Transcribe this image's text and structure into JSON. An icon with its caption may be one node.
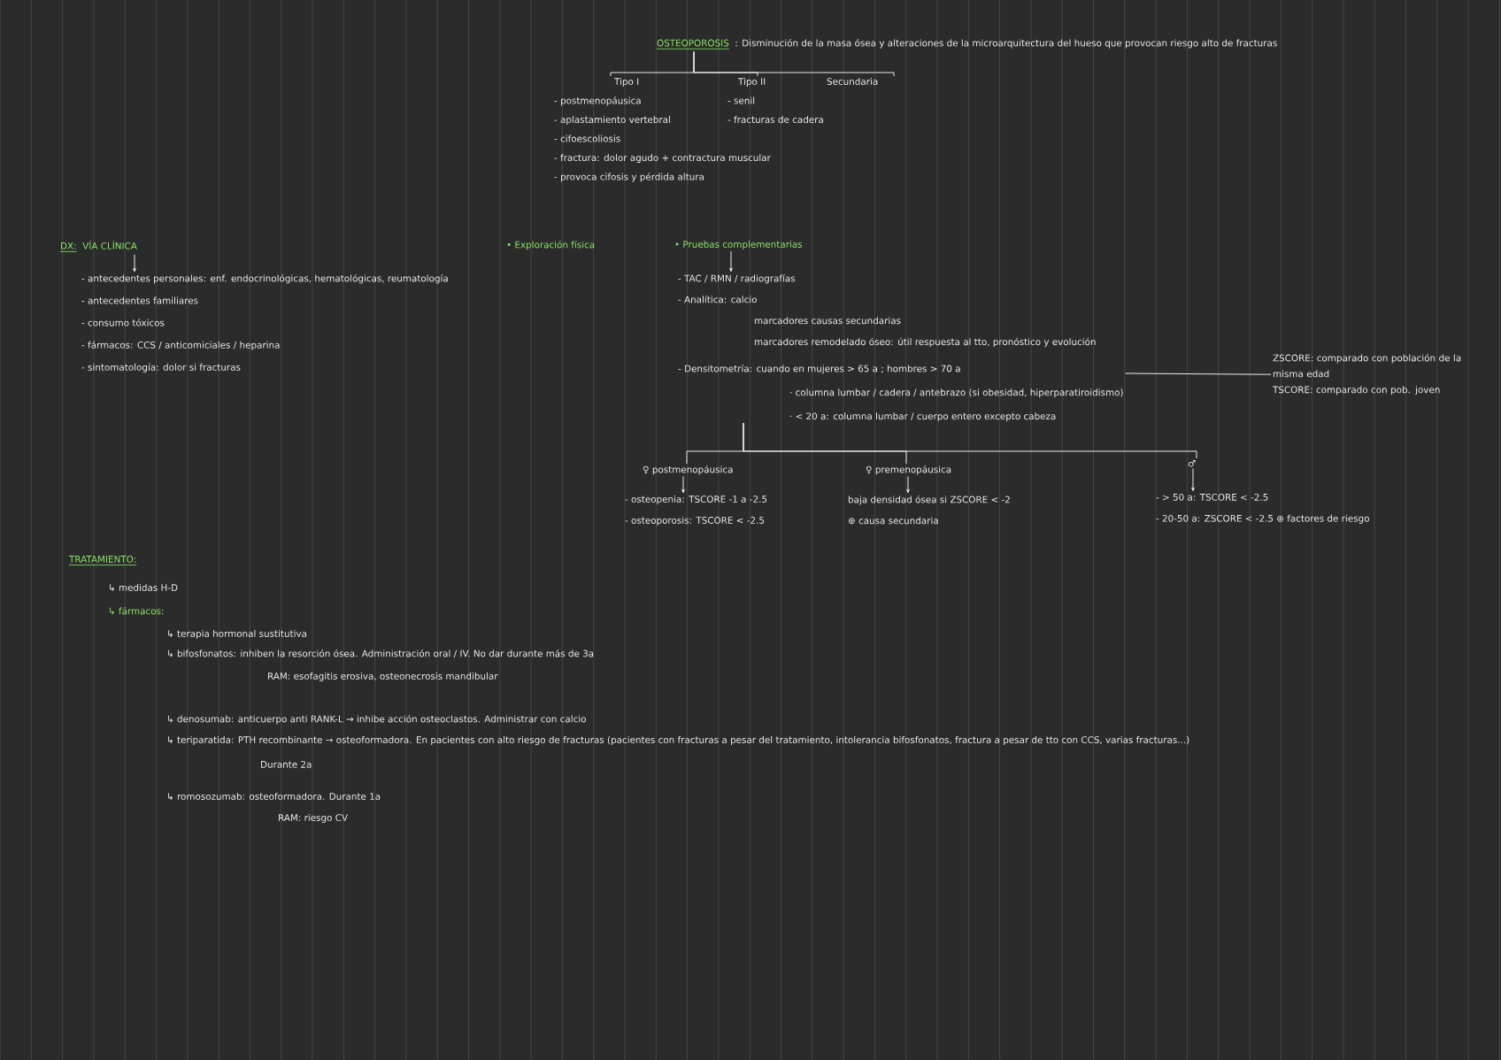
{
  "diagram": {
    "nodes": [
      {
        "text": [
          "OSTEOPOROSIS",
          ": Disminución de la masa ósea y alteraciones de la microarquitectura del hueso que provocan riesgo alto de fracturas"
        ]
      },
      {
        "text": [
          "Tipo I",
          "- postmenopáusica",
          "- aplastamiento vertebral",
          "- cifoescoliosis",
          "- fractura: dolor agudo + contractura muscular",
          "- provoca cifosis y pérdida altura"
        ]
      },
      {
        "text": [
          "Tipo II",
          "- senil",
          "- fracturas de cadera"
        ]
      },
      {
        "text": [
          "Secundaria"
        ]
      },
      {
        "text": [
          "DX:",
          "VÍA CLÍNICA"
        ]
      },
      {
        "text": [
          "- antecedentes personales: enf. endocrinológicas, hematológicas, reumatología",
          "- antecedentes familiares",
          "- consumo tóxicos",
          "- fármacos: CCS / anticomiciales / heparina",
          "- sintomatología: dolor si fracturas"
        ]
      },
      {
        "text": [
          "• Exploración física"
        ]
      },
      {
        "text": [
          "• Pruebas complementarias"
        ]
      },
      {
        "text": [
          "- TAC / RMN / radiografías",
          "- Analítica: calcio",
          "marcadores causas secundarias",
          "marcadores remodelado óseo: útil respuesta al tto, pronóstico y evolución"
        ]
      },
      {
        "text": [
          "- Densitometría: cuando en mujeres > 65 a ; hombres > 70 a",
          "· columna lumbar / cadera / antebrazo (si obesidad, hiperparatiroidismo)",
          "· < 20 a: columna lumbar / cuerpo entero excepto cabeza"
        ]
      },
      {
        "text": [
          "ZSCORE: comparado con población de la misma edad",
          "TSCORE: comparado con pob. joven"
        ]
      },
      {
        "text": [
          "♀ postmenopáusica"
        ]
      },
      {
        "text": [
          "♀ premenopáusica"
        ]
      },
      {
        "text": [
          "♂"
        ]
      },
      {
        "text": [
          "- osteopenia: TSCORE -1 a -2.5",
          "- osteoporosis: TSCORE < -2.5"
        ]
      },
      {
        "text": [
          "baja densidad ósea si ZSCORE < -2",
          "⊕ causa secundaria"
        ]
      },
      {
        "text": [
          "- > 50 a: TSCORE < -2.5",
          "- 20-50 a: ZSCORE < -2.5 ⊕ factores de riesgo"
        ]
      }
    ],
    "edges": [
      {
        "from": 0,
        "to": 1,
        "arrow": "none"
      },
      {
        "from": 0,
        "to": 2,
        "arrow": "none"
      },
      {
        "from": 0,
        "to": 3,
        "arrow": "none"
      },
      {
        "from": 4,
        "to": 5,
        "arrow": "to"
      },
      {
        "from": 7,
        "to": 8,
        "arrow": "to"
      },
      {
        "from": 9,
        "to": 10,
        "arrow": "none"
      },
      {
        "from": 9,
        "to": 11,
        "arrow": "none"
      },
      {
        "from": 9,
        "to": 12,
        "arrow": "none"
      },
      {
        "from": 9,
        "to": 13,
        "arrow": "none"
      },
      {
        "from": 11,
        "to": 14,
        "arrow": "to"
      },
      {
        "from": 12,
        "to": 15,
        "arrow": "to"
      },
      {
        "from": 13,
        "to": 16,
        "arrow": "to"
      }
    ],
    "labels": [
      "TRATAMIENTO:",
      "↳ medidas H-D",
      "↳ fármacos:",
      "↳ terapia hormonal sustitutiva",
      "↳ bifosfonatos: inhiben la resorción ósea. Administración oral / IV. No dar durante más de 3a",
      "RAM: esofagitis erosiva, osteonecrosis mandibular",
      "↳ denosumab: anticuerpo anti RANK-L → inhibe acción osteoclastos. Administrar con calcio",
      "↳ teriparatida: PTH recombinante → osteoformadora. En pacientes con alto riesgo de fracturas (pacientes con fracturas a pesar del tratamiento, intolerancia bifosfonatos, fractura a pesar de tto con CCS, varias fracturas...)",
      "Durante 2a",
      "↳ romosozumab: osteoformadora. Durante 1a",
      "RAM: riesgo CV"
    ]
  }
}
